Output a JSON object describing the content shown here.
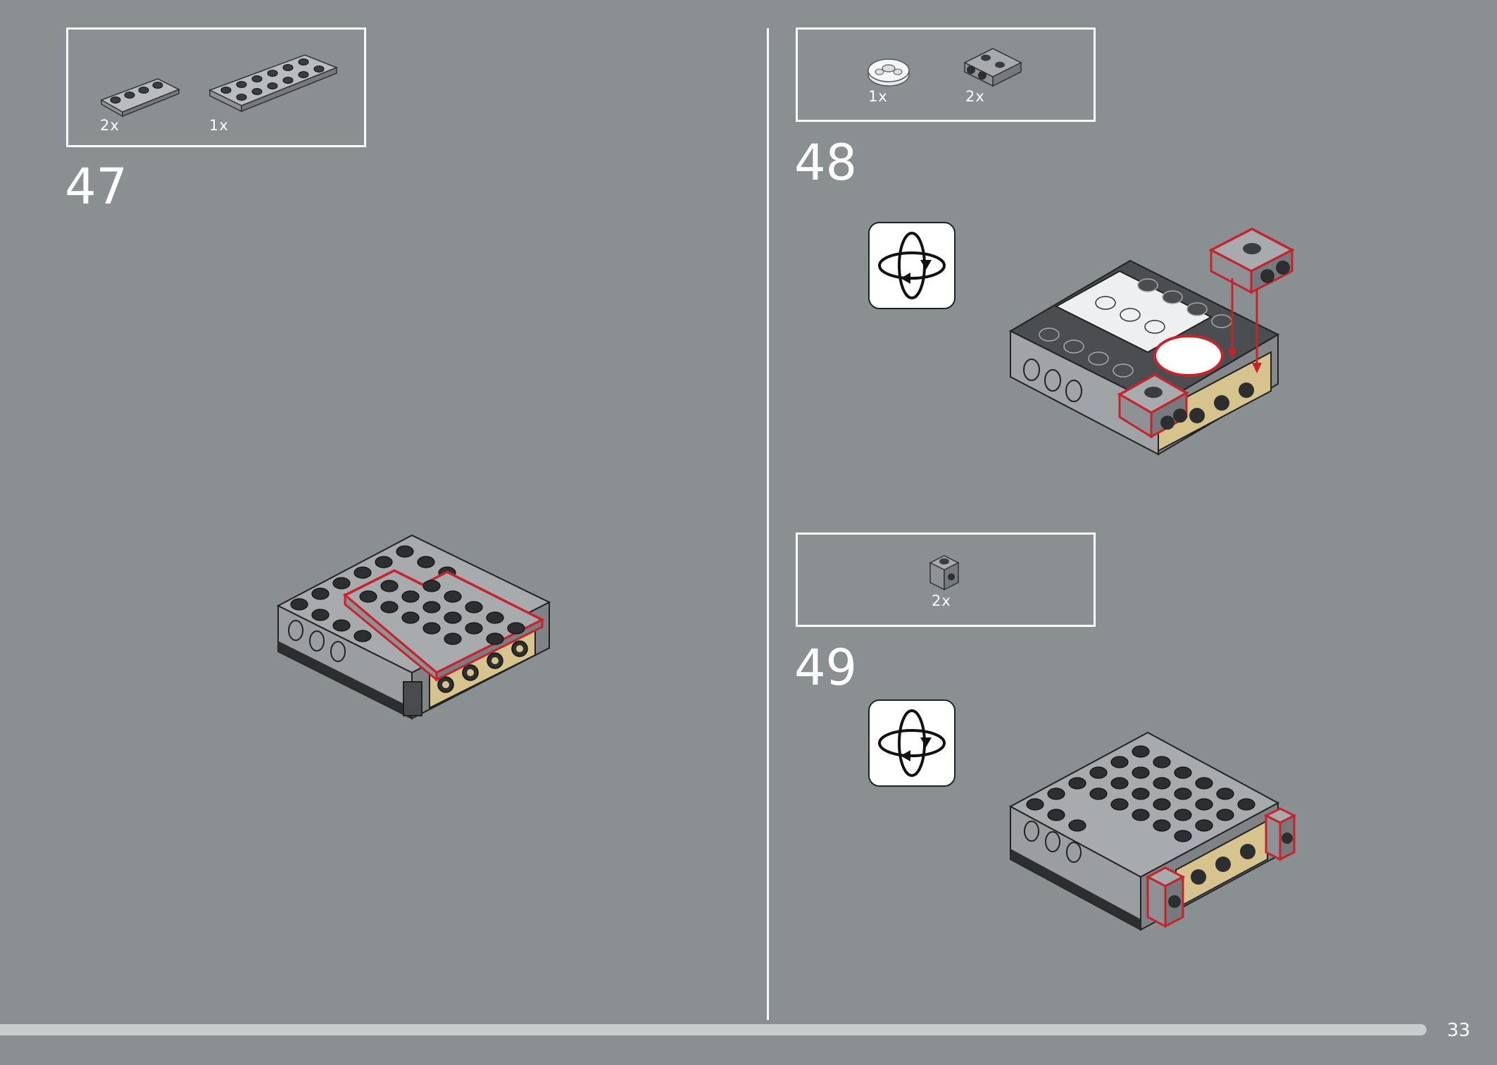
{
  "steps": [
    {
      "number": "47",
      "parts": [
        {
          "qty": "2x",
          "name": "plate-1x4-gray"
        },
        {
          "qty": "1x",
          "name": "plate-2x6-gray"
        }
      ]
    },
    {
      "number": "48",
      "parts": [
        {
          "qty": "1x",
          "name": "round-plate-2x2-white"
        },
        {
          "qty": "2x",
          "name": "plate-1x2-side-studs-gray"
        }
      ]
    },
    {
      "number": "49",
      "parts": [
        {
          "qty": "2x",
          "name": "brick-1x1-side-stud-gray"
        }
      ]
    }
  ],
  "page_number": "33",
  "colors": {
    "background": "#8a9092",
    "highlight": "#c8232c",
    "tan": "#d6c38e",
    "light_gray": "#a0a5a8",
    "dark_gray": "#505356"
  }
}
